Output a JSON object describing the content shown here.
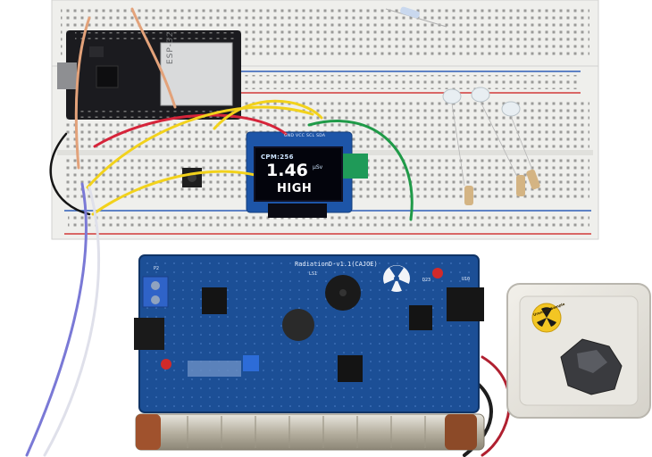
{
  "oled": {
    "cpm_text": "CPM:256",
    "dose_value": "1.46",
    "dose_unit": "µSv",
    "level_text": "HIGH",
    "pin_labels": "GND VCC SCL SDA"
  },
  "esp32": {
    "module_label": "ESP-32"
  },
  "pcb": {
    "title": "RadiationD-v1.1(CAJOE)",
    "label_p2": "P2",
    "label_ls1": "LS1",
    "label_u10": "U10",
    "label_d23": "D23"
  },
  "sample": {
    "sticker_text": "Uranium Sample"
  },
  "colors": {
    "breadboard": "#eeeeec",
    "rail_red": "#d23a3a",
    "rail_blue": "#2f5fb8",
    "pcb_blue": "#1c4f96",
    "esp32_black": "#1b1b1f",
    "wire_yellow": "#f2d21c",
    "wire_red": "#d6243a",
    "wire_green": "#1f9a48",
    "wire_orange": "#e3a27a",
    "wire_black": "#151515",
    "wire_purple": "#7a79d6",
    "tube_copper": "#a0522d"
  }
}
